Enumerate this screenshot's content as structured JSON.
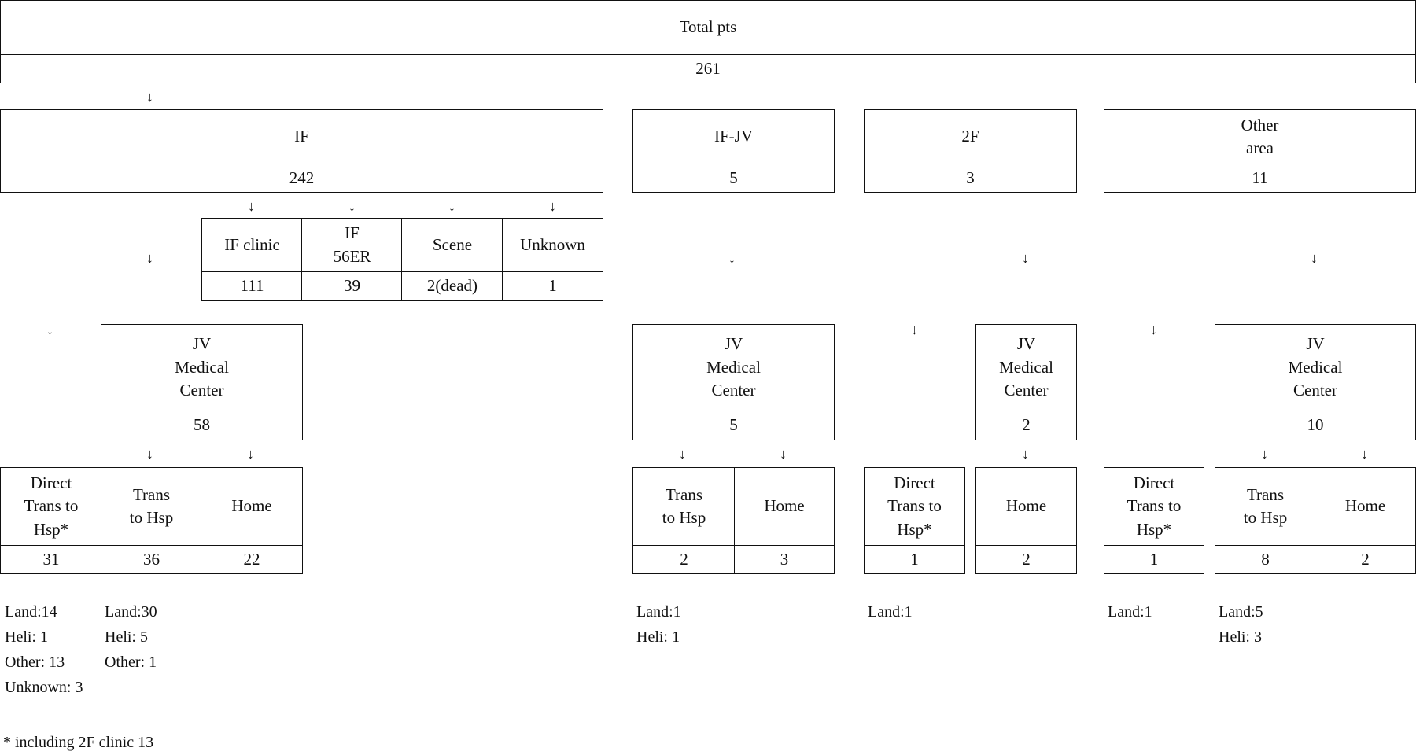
{
  "total": {
    "label": "Total pts",
    "value": "261"
  },
  "level1": [
    {
      "label": "IF",
      "value": "242"
    },
    {
      "label": "IF-JV",
      "value": "5"
    },
    {
      "label": "2F",
      "value": "3"
    },
    {
      "label": "Other\narea",
      "value": "11"
    }
  ],
  "if_sub": [
    {
      "label": "IF clinic",
      "value": "111"
    },
    {
      "label": "IF\n56ER",
      "value": "39"
    },
    {
      "label": "Scene",
      "value": "2(dead)"
    },
    {
      "label": "Unknown",
      "value": "1"
    }
  ],
  "jv_centers": [
    {
      "label": "JV\nMedical\nCenter",
      "value": "58"
    },
    {
      "label": "JV\nMedical\nCenter",
      "value": "5"
    },
    {
      "label": "JV\nMedical\nCenter",
      "value": "2"
    },
    {
      "label": "JV\nMedical\nCenter",
      "value": "10"
    }
  ],
  "outcomes": [
    {
      "label": "Direct\nTrans to\nHsp*",
      "value": "31"
    },
    {
      "label": "Trans\nto Hsp",
      "value": "36"
    },
    {
      "label": "Home",
      "value": "22"
    },
    {
      "label": "Trans\nto Hsp",
      "value": "2"
    },
    {
      "label": "Home",
      "value": "3"
    },
    {
      "label": "Direct\nTrans to\nHsp*",
      "value": "1"
    },
    {
      "label": "Home",
      "value": "2"
    },
    {
      "label": "Direct\nTrans to\nHsp*",
      "value": "1"
    },
    {
      "label": "Trans\nto Hsp",
      "value": "8"
    },
    {
      "label": "Home",
      "value": "2"
    }
  ],
  "transport_notes": [
    {
      "lines": [
        "Land:14",
        "Heli: 1",
        "Other: 13",
        "Unknown: 3"
      ]
    },
    {
      "lines": [
        "Land:30",
        "Heli: 5",
        "Other: 1"
      ]
    },
    {
      "lines": [
        "Land:1",
        "Heli: 1"
      ]
    },
    {
      "lines": [
        "Land:1"
      ]
    },
    {
      "lines": [
        "Land:1"
      ]
    },
    {
      "lines": [
        "Land:5",
        "Heli: 3"
      ]
    }
  ],
  "footnote": "* including 2F clinic 13",
  "arrow_glyph": "↓"
}
